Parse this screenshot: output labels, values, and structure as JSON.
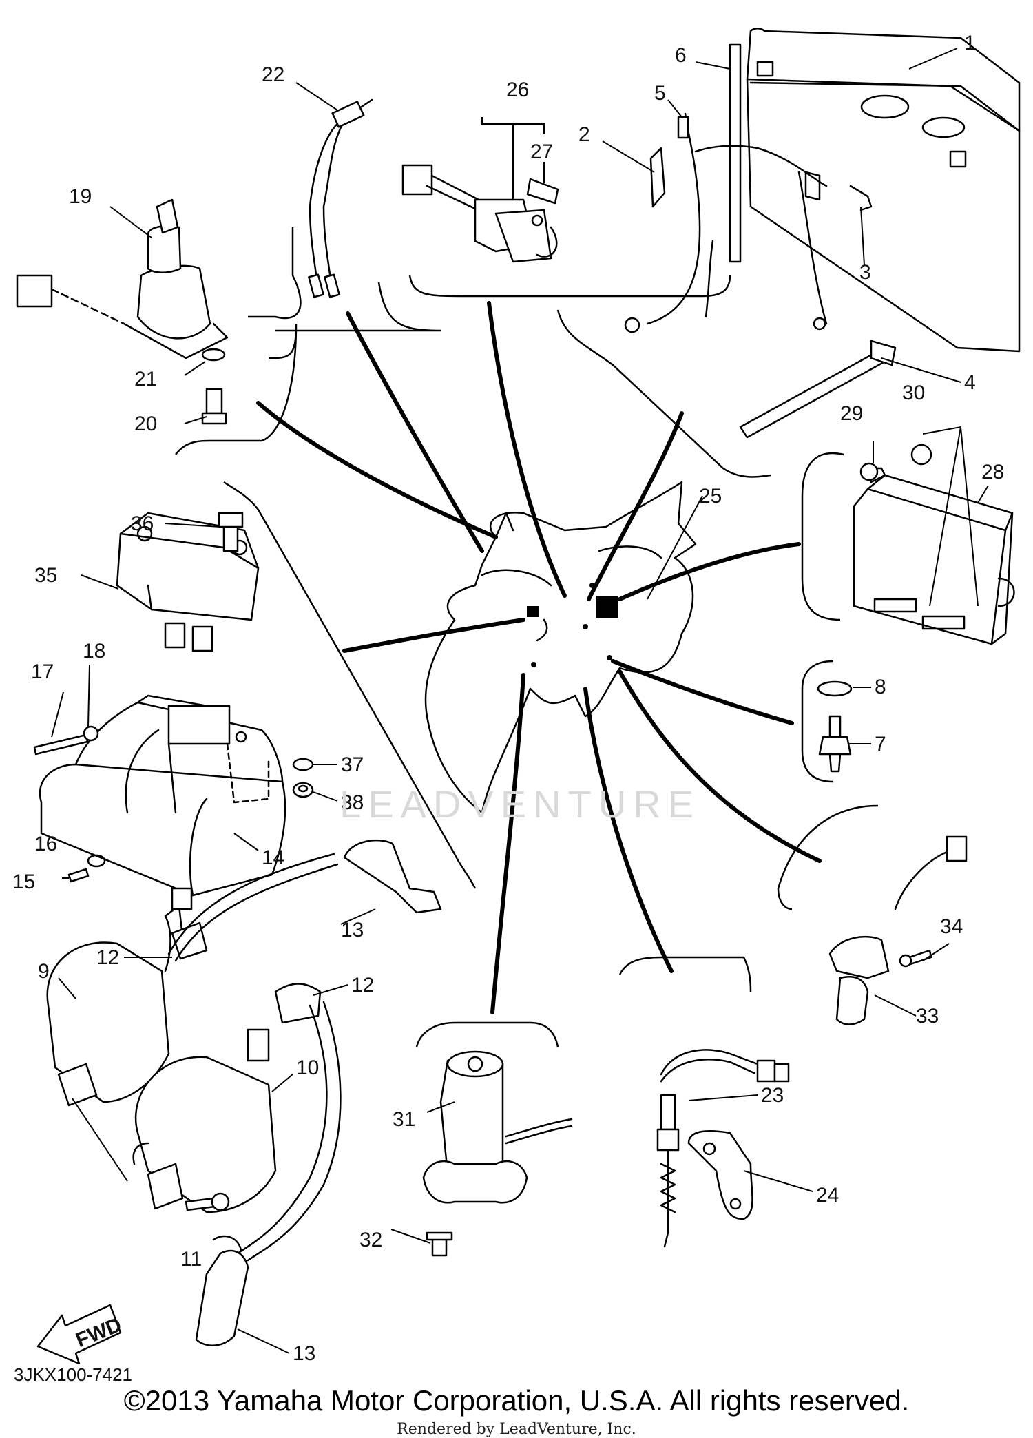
{
  "diagram_code": "3JKX100-7421",
  "fwd_label": "FWD",
  "watermark": "LEADVENTURE",
  "copyright": "©2013 Yamaha Motor Corporation, U.S.A. All rights reserved.",
  "rendered_by": "Rendered by LeadVenture, Inc.",
  "callouts": [
    {
      "id": "1",
      "text": "1"
    },
    {
      "id": "2",
      "text": "2"
    },
    {
      "id": "3",
      "text": "3"
    },
    {
      "id": "4",
      "text": "4"
    },
    {
      "id": "5",
      "text": "5"
    },
    {
      "id": "6",
      "text": "6"
    },
    {
      "id": "7",
      "text": "7"
    },
    {
      "id": "8",
      "text": "8"
    },
    {
      "id": "9",
      "text": "9"
    },
    {
      "id": "10",
      "text": "10"
    },
    {
      "id": "11",
      "text": "11"
    },
    {
      "id": "12a",
      "text": "12"
    },
    {
      "id": "12b",
      "text": "12"
    },
    {
      "id": "13a",
      "text": "13"
    },
    {
      "id": "13b",
      "text": "13"
    },
    {
      "id": "14",
      "text": "14"
    },
    {
      "id": "15",
      "text": "15"
    },
    {
      "id": "16",
      "text": "16"
    },
    {
      "id": "17",
      "text": "17"
    },
    {
      "id": "18",
      "text": "18"
    },
    {
      "id": "19",
      "text": "19"
    },
    {
      "id": "20",
      "text": "20"
    },
    {
      "id": "21",
      "text": "21"
    },
    {
      "id": "22",
      "text": "22"
    },
    {
      "id": "23",
      "text": "23"
    },
    {
      "id": "24",
      "text": "24"
    },
    {
      "id": "25",
      "text": "25"
    },
    {
      "id": "26",
      "text": "26"
    },
    {
      "id": "27",
      "text": "27"
    },
    {
      "id": "28",
      "text": "28"
    },
    {
      "id": "29",
      "text": "29"
    },
    {
      "id": "30",
      "text": "30"
    },
    {
      "id": "31",
      "text": "31"
    },
    {
      "id": "32",
      "text": "32"
    },
    {
      "id": "33",
      "text": "33"
    },
    {
      "id": "34",
      "text": "34"
    },
    {
      "id": "35",
      "text": "35"
    },
    {
      "id": "36",
      "text": "36"
    },
    {
      "id": "37",
      "text": "37"
    },
    {
      "id": "38",
      "text": "38"
    }
  ]
}
